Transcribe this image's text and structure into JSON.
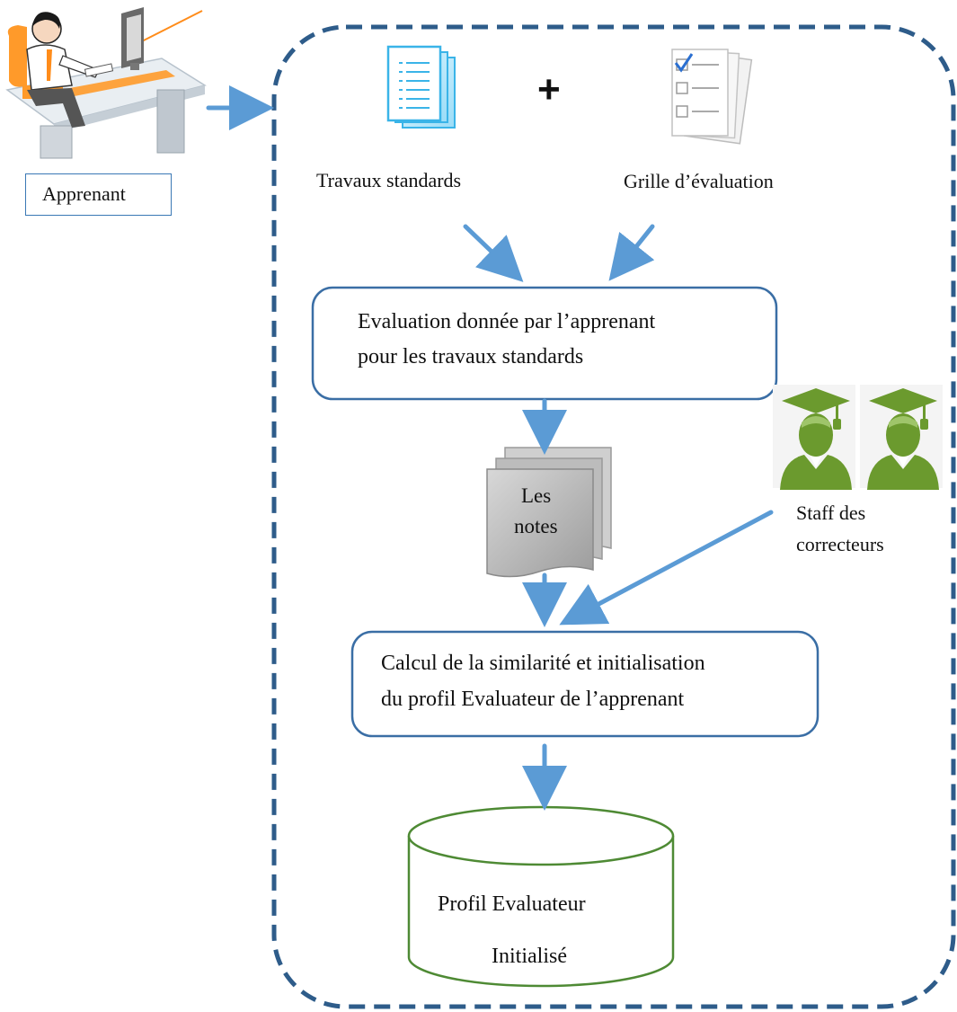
{
  "learner": {
    "label": "Apprenant"
  },
  "inputs": {
    "standard_work": "Travaux standards",
    "plus_sign": "+",
    "grid": "Grille d’évaluation"
  },
  "step1": {
    "line1": "Evaluation donnée par l’apprenant",
    "line2": "pour les travaux standards"
  },
  "notes": {
    "line1": "Les",
    "line2": "notes"
  },
  "staff": {
    "line1": "Staff des",
    "line2": "correcteurs"
  },
  "step2": {
    "line1": "Calcul de la similarité et initialisation",
    "line2": "du profil Evaluateur de l’apprenant"
  },
  "database": {
    "line1": "Profil Evaluateur",
    "line2": "Initialisé"
  },
  "colors": {
    "arrow": "#5b9bd5",
    "dashed_border": "#2e5c8a",
    "box_border": "#3a6ea5",
    "db_border": "#4e8a34",
    "staff_icon": "#6b9a2e",
    "doc_blue": "#3ab4e8",
    "notes_gray": "#a8a8a8"
  }
}
